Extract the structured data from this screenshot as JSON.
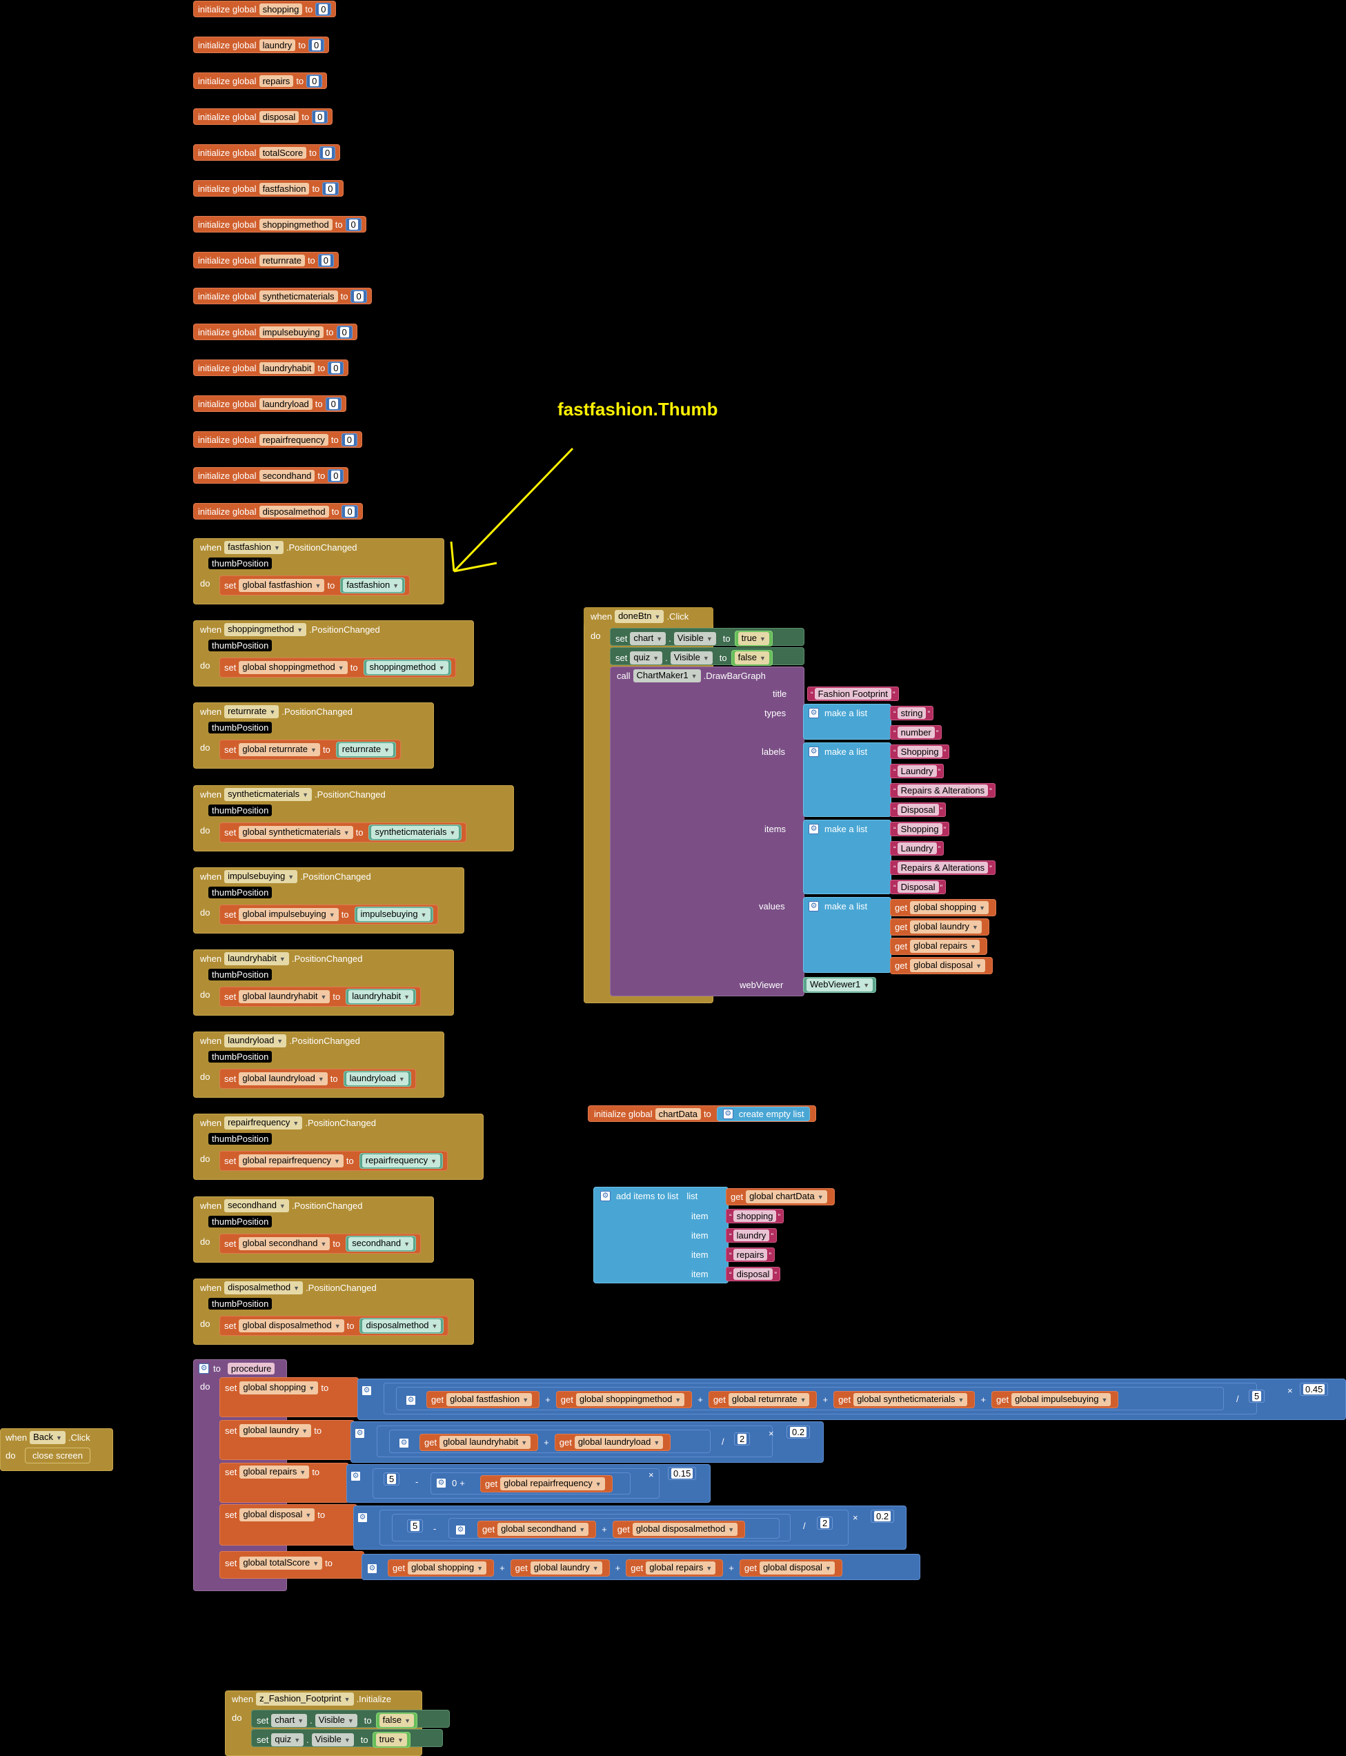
{
  "kw": {
    "init": "initialize global",
    "to": "to",
    "when": "when",
    "do": "do",
    "set": "set",
    "get": "get",
    "call": "call",
    "thumb": "thumbPosition",
    "pc": ".PositionChanged",
    "click": ".Click",
    "initialize": ".Initialize",
    "visible": "Visible",
    "dot": ".",
    "make_list": "make a list",
    "add_items": "add items to list",
    "list": "list",
    "item": "item",
    "create_empty": "create empty list",
    "close_screen": "close screen",
    "to_procedure": "to",
    "procedure": "procedure",
    "true": "true",
    "false": "false",
    "draw": ".DrawBarGraph"
  },
  "globals": [
    {
      "name": "shopping",
      "value": "0"
    },
    {
      "name": "laundry",
      "value": "0"
    },
    {
      "name": "repairs",
      "value": "0"
    },
    {
      "name": "disposal",
      "value": "0"
    },
    {
      "name": "totalScore",
      "value": "0"
    },
    {
      "name": "fastfashion",
      "value": "0"
    },
    {
      "name": "shoppingmethod",
      "value": "0"
    },
    {
      "name": "returnrate",
      "value": "0"
    },
    {
      "name": "syntheticmaterials",
      "value": "0"
    },
    {
      "name": "impulsebuying",
      "value": "0"
    },
    {
      "name": "laundryhabit",
      "value": "0"
    },
    {
      "name": "laundryload",
      "value": "0"
    },
    {
      "name": "repairfrequency",
      "value": "0"
    },
    {
      "name": "secondhand",
      "value": "0"
    },
    {
      "name": "disposalmethod",
      "value": "0"
    }
  ],
  "handlers": [
    {
      "component": "fastfashion",
      "var": "global fastfashion",
      "value": "fastfashion"
    },
    {
      "component": "shoppingmethod",
      "var": "global shoppingmethod",
      "value": "shoppingmethod"
    },
    {
      "component": "returnrate",
      "var": "global returnrate",
      "value": "returnrate"
    },
    {
      "component": "syntheticmaterials",
      "var": "global syntheticmaterials",
      "value": "syntheticmaterials"
    },
    {
      "component": "impulsebuying",
      "var": "global impulsebuying",
      "value": "impulsebuying"
    },
    {
      "component": "laundryhabit",
      "var": "global laundryhabit",
      "value": "laundryhabit"
    },
    {
      "component": "laundryload",
      "var": "global laundryload",
      "value": "laundryload"
    },
    {
      "component": "repairfrequency",
      "var": "global repairfrequency",
      "value": "repairfrequency"
    },
    {
      "component": "secondhand",
      "var": "global secondhand",
      "value": "secondhand"
    },
    {
      "component": "disposalmethod",
      "var": "global disposalmethod",
      "value": "disposalmethod"
    }
  ],
  "annotation": "fastfashion.Thumb",
  "done": {
    "component": "doneBtn",
    "set1": {
      "comp": "chart",
      "prop": "Visible",
      "value": "true"
    },
    "set2": {
      "comp": "quiz",
      "prop": "Visible",
      "value": "false"
    },
    "call_comp": "ChartMaker1",
    "labels": {
      "title": "title",
      "types": "types",
      "labels": "labels",
      "items": "items",
      "values": "values",
      "webViewer": "webViewer"
    },
    "title": "Fashion Footprint",
    "types": [
      "string",
      "number"
    ],
    "labels_list": [
      "Shopping",
      "Laundry",
      "Repairs & Alterations",
      "Disposal"
    ],
    "items_list": [
      "Shopping",
      "Laundry",
      "Repairs & Alterations",
      "Disposal"
    ],
    "values_list": [
      "global shopping",
      "global laundry",
      "global repairs",
      "global disposal"
    ],
    "webviewer": "WebViewer1"
  },
  "chartdata": {
    "name": "chartData"
  },
  "additems": {
    "list": "global chartData",
    "items": [
      "shopping",
      "laundry",
      "repairs",
      "disposal"
    ]
  },
  "proc": {
    "shopping": {
      "var": "global shopping",
      "terms": [
        "global fastfashion",
        "global shoppingmethod",
        "global returnrate",
        "global syntheticmaterials",
        "global impulsebuying"
      ],
      "div": "5",
      "mul": "0.45"
    },
    "laundry": {
      "var": "global laundry",
      "terms": [
        "global laundryhabit",
        "global laundryload"
      ],
      "div": "2",
      "mul": "0.2"
    },
    "repairs": {
      "var": "global repairs",
      "a": "5",
      "b": "0",
      "term": "global repairfrequency",
      "mul": "0.15"
    },
    "disposal": {
      "var": "global disposal",
      "a": "5",
      "terms": [
        "global secondhand",
        "global disposalmethod"
      ],
      "div": "2",
      "mul": "0.2"
    },
    "total": {
      "var": "global totalScore",
      "terms": [
        "global shopping",
        "global laundry",
        "global repairs",
        "global disposal"
      ]
    }
  },
  "ops": {
    "plus": "+",
    "minus": "-",
    "div": "/",
    "mul": "×"
  },
  "back": {
    "component": "Back"
  },
  "init": {
    "component": "z_Fashion_Footprint",
    "set1": {
      "comp": "chart",
      "prop": "Visible",
      "value": "false"
    },
    "set2": {
      "comp": "quiz",
      "prop": "Visible",
      "value": "true"
    }
  },
  "colors": {
    "event": "#B18E35",
    "variable": "#D05F2D",
    "math": "#3F71B5",
    "list": "#49A6D4",
    "text": "#B32D5E",
    "procedure": "#7B4F86",
    "component_setter": "#3E6D4F",
    "annotation": "#FFF200"
  }
}
